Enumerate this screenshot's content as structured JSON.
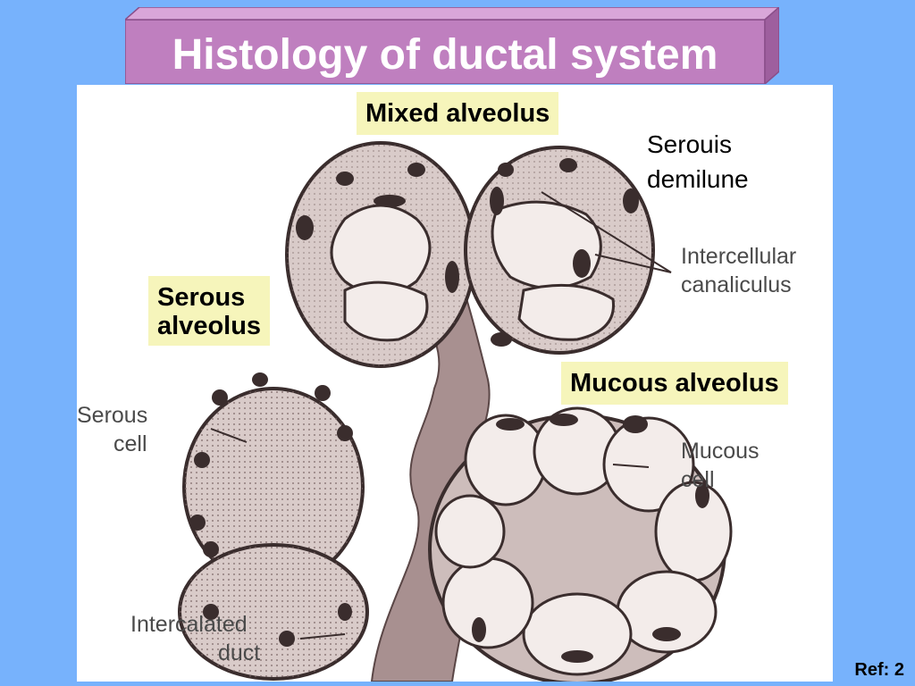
{
  "slide": {
    "title": "Histology of ductal system",
    "ref": "Ref: 2"
  },
  "callouts": {
    "mixed_alveolus": "Mixed alveolus",
    "serous_alveolus_1": "Serous",
    "serous_alveolus_2": "alveolus",
    "mucous_alveolus": "Mucous alveolus",
    "serous_demilune_1": "Serouis",
    "serous_demilune_2": "demilune"
  },
  "figure_labels": {
    "intercellular_1": "Intercellular",
    "intercellular_2": "canaliculus",
    "serous_cell_1": "Serous",
    "serous_cell_2": "cell",
    "mucous_cell_1": "Mucous",
    "mucous_cell_2": "cell",
    "intercalated_1": "Intercalated",
    "intercalated_2": "duct"
  },
  "colors": {
    "background": "#77b2fc",
    "title_fill": "#bf7fbf",
    "callout_fill": "#f6f5bb",
    "tissue": "#d9cbc9",
    "nucleus": "#3a2d2d"
  }
}
